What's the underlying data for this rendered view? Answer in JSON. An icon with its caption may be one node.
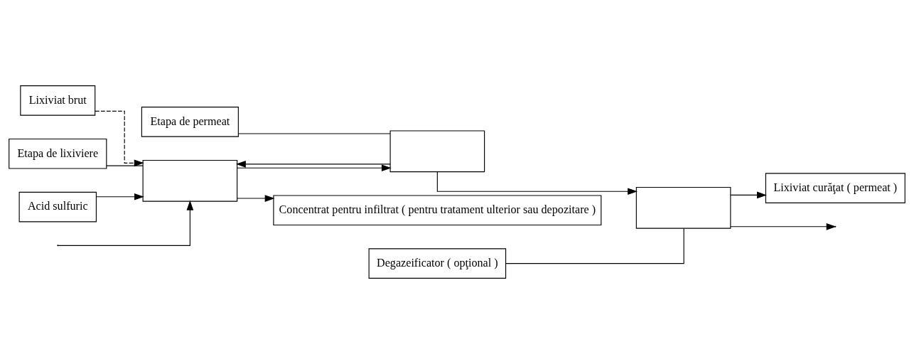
{
  "diagram": {
    "nodes": [
      {
        "text": [
          "Lixiviat brut"
        ]
      },
      {
        "text": [
          "Etapa de lixiviere"
        ]
      },
      {
        "text": [
          "Etapa de permeat"
        ]
      },
      {
        "text": [
          "Degazeificator ( opţional )"
        ]
      },
      {
        "text": [
          "Lixiviat curăţat ( permeat )"
        ]
      },
      {
        "text": [],
        "shape": "box"
      },
      {
        "text": [],
        "shape": "box"
      },
      {
        "text": [],
        "shape": "box"
      },
      {
        "text": [
          "Concentrat pentru infiltrat ( pentru tratament ulterior sau depozitare )"
        ]
      },
      {
        "text": [
          "Acid sulfuric"
        ]
      }
    ],
    "edges": [
      {
        "from": null,
        "to": 5,
        "arrow": "to"
      },
      {
        "from": 0,
        "to": 5,
        "arrow": "to",
        "style": "dashed"
      },
      {
        "from": 9,
        "to": 5,
        "arrow": "to"
      },
      {
        "from": 6,
        "to": 5,
        "arrow": "to"
      },
      {
        "from": 1,
        "to": 5,
        "arrow": "none"
      },
      {
        "from": 2,
        "to": 6,
        "arrow": "none"
      },
      {
        "from": 3,
        "to": 7,
        "arrow": "none"
      },
      {
        "from": 5,
        "to": 6,
        "arrow": "to"
      },
      {
        "from": 6,
        "to": 7,
        "arrow": "to"
      },
      {
        "from": 7,
        "to": 4,
        "arrow": "to"
      },
      {
        "from": 7,
        "to": null,
        "arrow": "to"
      },
      {
        "from": 5,
        "to": 8,
        "arrow": "to"
      }
    ]
  }
}
